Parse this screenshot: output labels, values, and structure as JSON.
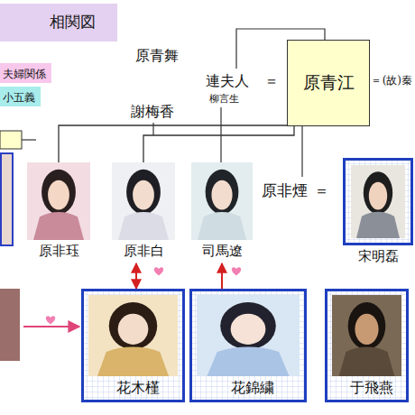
{
  "diagram": {
    "title": "相関図",
    "nodes": [
      {
        "text": [
          "原青江"
        ]
      },
      {
        "text": [
          "原非珏"
        ]
      },
      {
        "text": [
          "原非白"
        ]
      },
      {
        "text": [
          "司馬遼"
        ]
      },
      {
        "text": [
          "宋明磊"
        ]
      },
      {
        "text": [
          "花木槿"
        ]
      },
      {
        "text": [
          "花錦繍"
        ]
      },
      {
        "text": [
          "于飛燕"
        ]
      }
    ],
    "edges": [
      {
        "from": 0,
        "to": 1,
        "arrow": "none"
      },
      {
        "from": 0,
        "to": 2,
        "arrow": "none"
      },
      {
        "from": 2,
        "to": 5,
        "arrow": "both"
      },
      {
        "from": 6,
        "to": 3,
        "arrow": "to"
      }
    ],
    "labels": [
      "原青舞",
      "連夫人",
      "＝",
      "柳言生",
      "謝梅香",
      "＝",
      "(故)秦",
      "原非煙",
      "＝"
    ],
    "legend": [
      {
        "text": "夫婦関係",
        "color": "#f8c8ec"
      },
      {
        "text": "小五義",
        "color": "#a8ecec"
      }
    ]
  }
}
